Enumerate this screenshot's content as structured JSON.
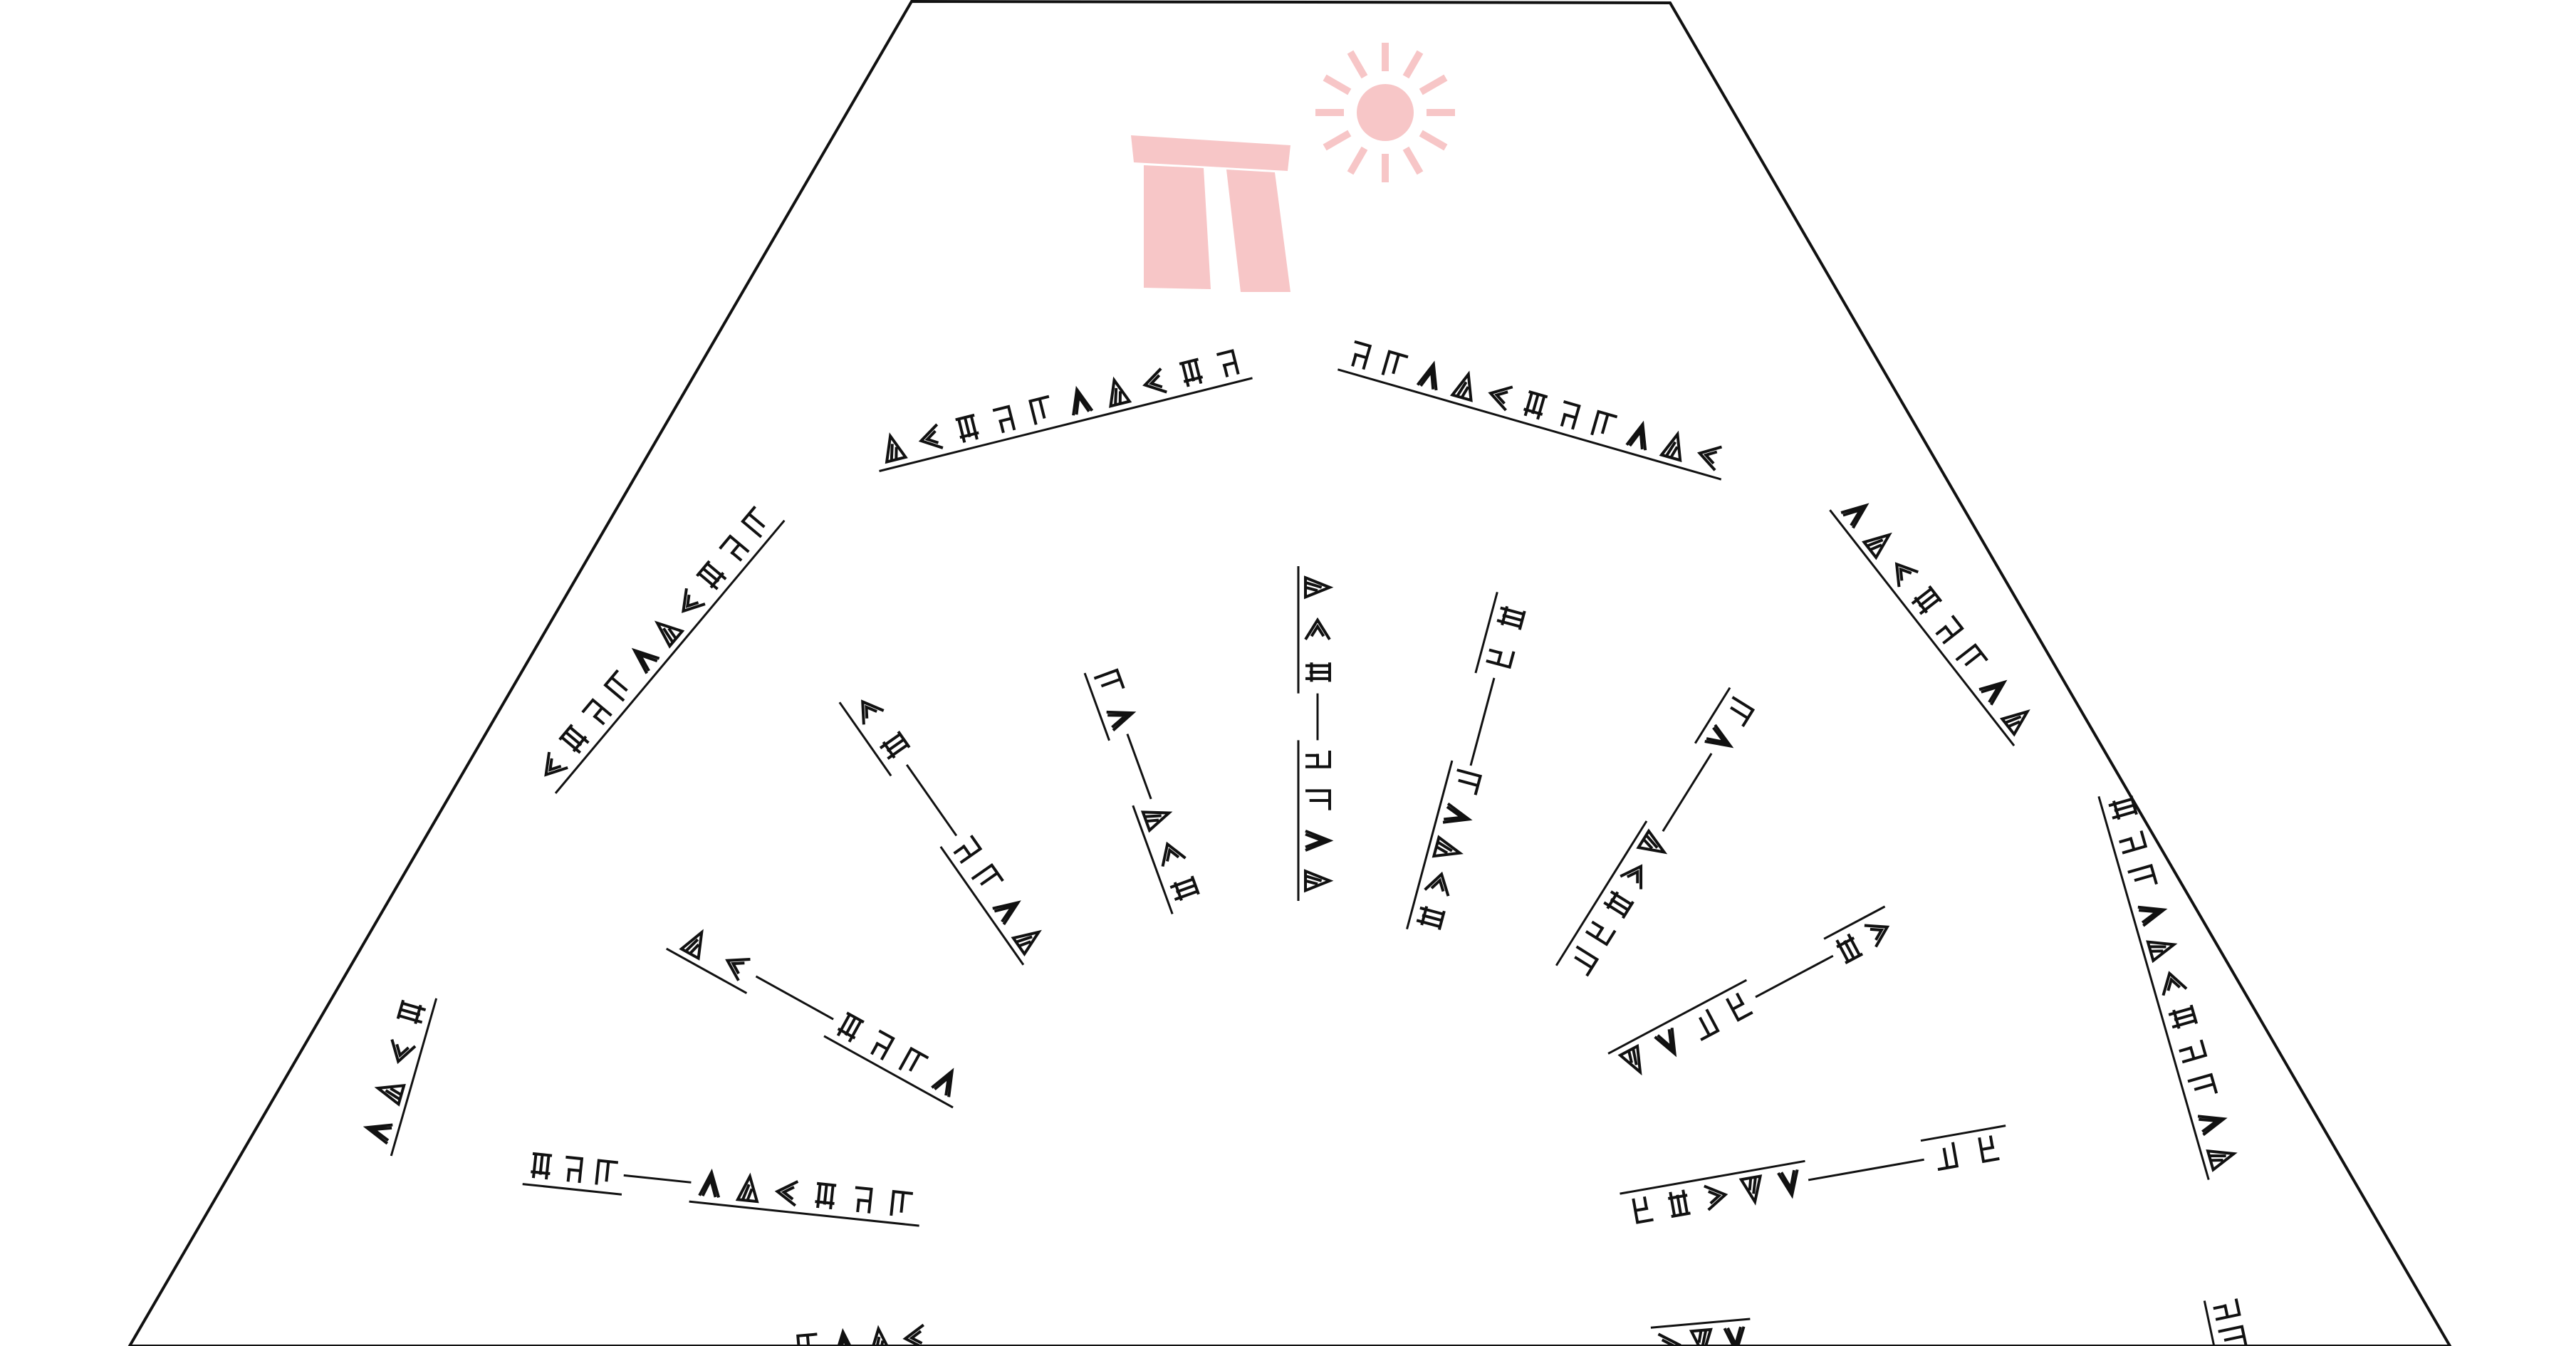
{
  "page": {
    "background": "#ffffff"
  },
  "colors": {
    "outline": "#111111",
    "glyph": "#111111",
    "logo": "#f7c6c7"
  },
  "logo": {
    "icon": "stonehenge-sun-icon"
  },
  "dial": {
    "style": "fan-of-glyph-rows",
    "outer_arc_groups": 10,
    "inner_spokes": 10
  }
}
